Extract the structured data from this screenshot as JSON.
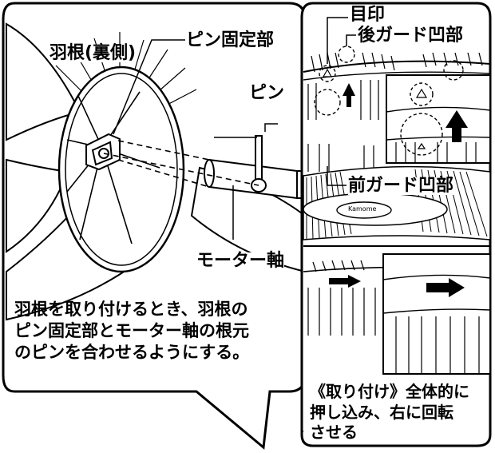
{
  "left_panel": {
    "label_blade_back": "羽根(裏側)",
    "label_pin_fixing": "ピン固定部",
    "label_pin": "ピン",
    "label_motor_shaft": "モーター軸",
    "instruction_lines": [
      "羽根を取り付けるとき、羽根の",
      "ピン固定部とモーター軸の根元",
      "のピンを合わせるようにする。"
    ]
  },
  "right_panel": {
    "label_mark": "目印",
    "label_rear_guard_recess": "後ガード凹部",
    "label_front_guard_recess": "前ガード凹部",
    "brand_logo_text": "Kamome",
    "instruction_lines": [
      "《取り付け》全体的に",
      "押し込み、右に回転",
      "させる"
    ]
  },
  "colors": {
    "line": "#000000",
    "background": "#ffffff"
  }
}
